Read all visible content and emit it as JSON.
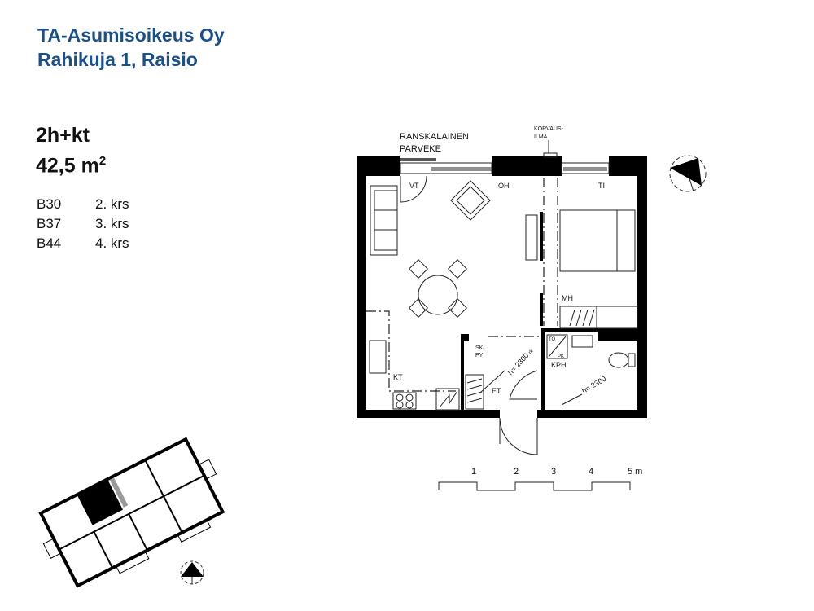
{
  "header": {
    "company": "TA-Asumisoikeus Oy",
    "address": "Rahikuja 1, Raisio"
  },
  "apartment": {
    "type": "2h+kt",
    "area": "42,5 m",
    "area_sup": "2"
  },
  "units": [
    {
      "id": "B30",
      "floor": "2. krs"
    },
    {
      "id": "B37",
      "floor": "3. krs"
    },
    {
      "id": "B44",
      "floor": "4. krs"
    }
  ],
  "plan": {
    "balcony_label_1": "RANSKALAINEN",
    "balcony_label_2": "PARVEKE",
    "air_label_1": "KORVAUS-",
    "air_label_2": "ILMA",
    "rooms": {
      "vt": "VT",
      "oh": "OH",
      "ti": "TI",
      "mh": "MH",
      "kt": "KT",
      "et": "ET",
      "kph": "KPH",
      "skpy_1": "SK/",
      "skpy_2": "PY",
      "to": "TO",
      "pk": "PK"
    },
    "ceiling_height_1": "h= 2300",
    "ceiling_height_2": "h= 2300",
    "ceiling_suffix": "rk"
  },
  "scale": {
    "ticks": [
      "1",
      "2",
      "3",
      "4",
      "5 m"
    ]
  },
  "colors": {
    "brand": "#1a4f8c"
  }
}
